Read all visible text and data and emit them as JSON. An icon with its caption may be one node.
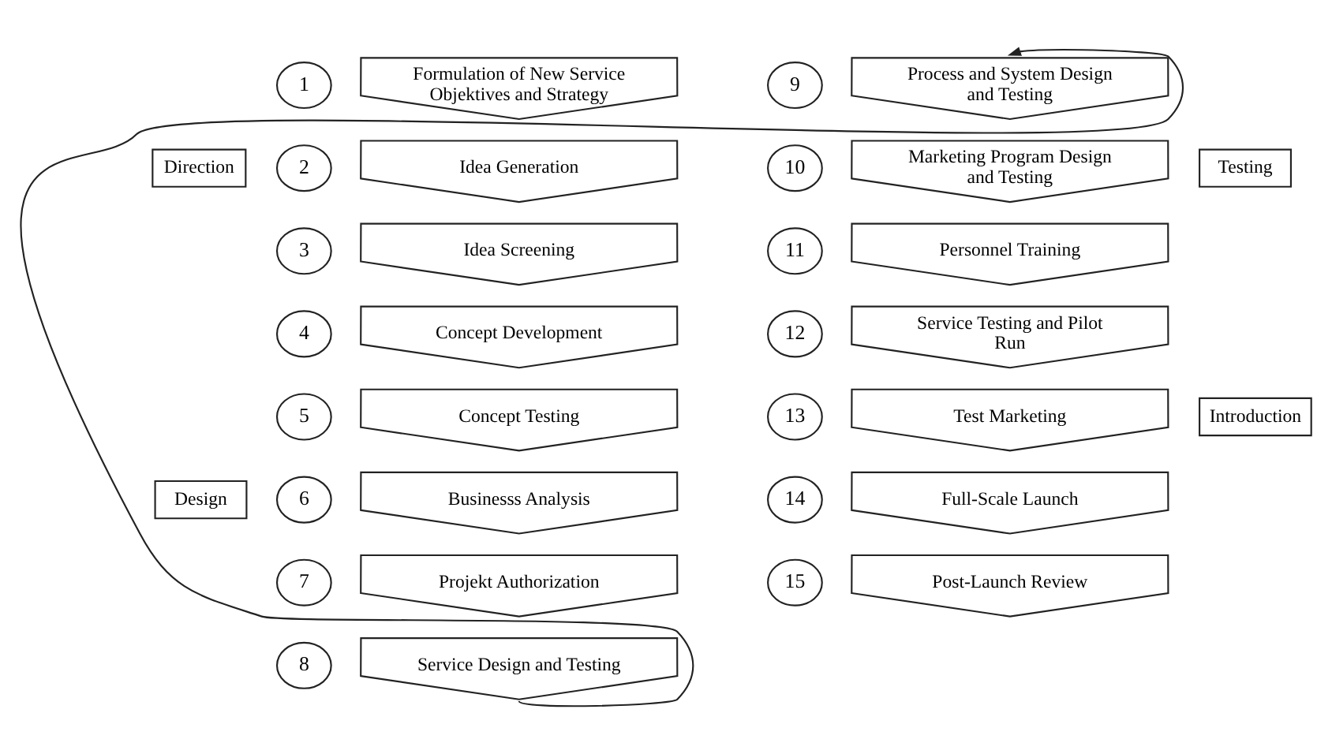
{
  "diagram": {
    "nodes": [
      {
        "text": [
          "1"
        ]
      },
      {
        "text": [
          "Formulation of New Service Objektives and Strategy"
        ]
      },
      {
        "text": [
          "Direction"
        ]
      },
      {
        "text": [
          "2"
        ]
      },
      {
        "text": [
          "Idea Generation"
        ]
      },
      {
        "text": [
          "3"
        ]
      },
      {
        "text": [
          "Idea Screening"
        ]
      },
      {
        "text": [
          "4"
        ]
      },
      {
        "text": [
          "Concept Development"
        ]
      },
      {
        "text": [
          "5"
        ]
      },
      {
        "text": [
          "Concept Testing"
        ]
      },
      {
        "text": [
          "Design"
        ]
      },
      {
        "text": [
          "6"
        ]
      },
      {
        "text": [
          "Businesss Analysis"
        ]
      },
      {
        "text": [
          "7"
        ]
      },
      {
        "text": [
          "Projekt Authorization"
        ]
      },
      {
        "text": [
          "8"
        ]
      },
      {
        "text": [
          "Service Design and Testing"
        ]
      },
      {
        "text": [
          "9"
        ]
      },
      {
        "text": [
          "Process and System Design and Testing"
        ]
      },
      {
        "text": [
          "10"
        ]
      },
      {
        "text": [
          "Marketing Program Design and Testing"
        ]
      },
      {
        "text": [
          "Testing"
        ]
      },
      {
        "text": [
          "11"
        ]
      },
      {
        "text": [
          "Personnel Training"
        ]
      },
      {
        "text": [
          "12"
        ]
      },
      {
        "text": [
          "Service Testing and Pilot Run"
        ]
      },
      {
        "text": [
          "13"
        ]
      },
      {
        "text": [
          "Test Marketing"
        ]
      },
      {
        "text": [
          "Introduction"
        ]
      },
      {
        "text": [
          "14"
        ]
      },
      {
        "text": [
          "Full-Scale Launch"
        ]
      },
      {
        "text": [
          "15"
        ]
      },
      {
        "text": [
          "Post-Launch Review"
        ]
      }
    ],
    "edges": [
      {
        "from": 17,
        "to": 19,
        "arrow": "to"
      }
    ]
  }
}
